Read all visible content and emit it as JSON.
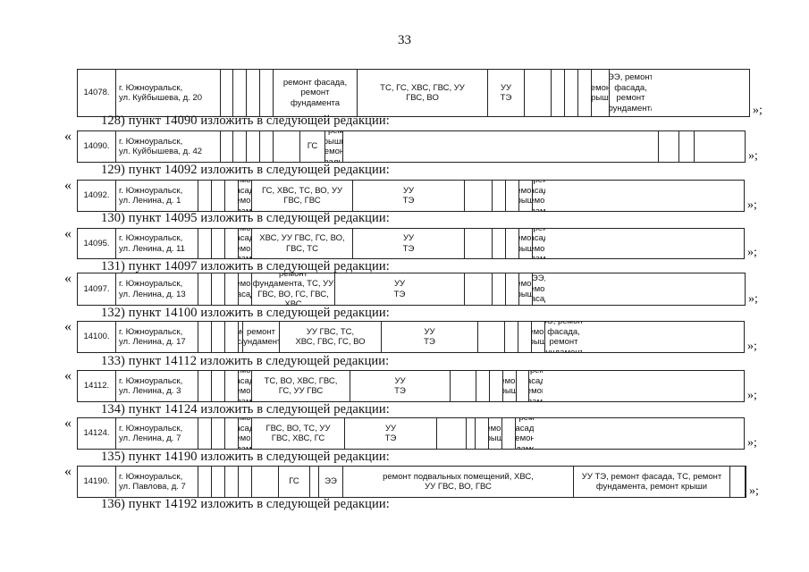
{
  "page_number": "33",
  "open_quote": "«",
  "end_mark": "»;",
  "rows": [
    {
      "num": "14078.",
      "address": "г. Южноуральск,\nул. Куйбышева, д. 20",
      "cells": [
        "",
        "",
        "",
        "",
        "ремонт фасада,\nремонт\nфундамента",
        "ТС, ГС, ХВС, ГВС, УУ\nГВС, ВО",
        "УУ\nТЭ",
        "",
        "",
        "",
        "",
        "ремонт\nкрыши",
        "ЭЭ, ремонт фасада,\nремонт фундамента"
      ]
    },
    {
      "num": "14090.",
      "address": "г. Южноуральск,\nул. Куйбышева, д. 42",
      "cells": [
        "",
        "",
        "",
        "",
        "",
        "ГС",
        "ТС, ремонт фасада, ГВС, ХВС, УУ ТЭ, ВО, ЭЭ, ремонт крыши, ремонт\nподвальных помещений, ремонт фундамента, УУ ГВС",
        "",
        "",
        "",
        ""
      ]
    },
    {
      "num": "14092.",
      "address": "г. Южноуральск,\nул. Ленина, д. 1",
      "cells": [
        "",
        "",
        "",
        "ремонт фасада,\nремонт фундамента",
        "ГС, ХВС, ТС, ВО, УУ\nГВС, ГВС",
        "УУ\nТЭ",
        "",
        "",
        "",
        "ремонт\nкрыши",
        "ЭЭ, ремонт фасада,\nремонт фундамента"
      ]
    },
    {
      "num": "14095.",
      "address": "г. Южноуральск,\nул. Ленина, д. 11",
      "cells": [
        "",
        "",
        "",
        "ремонт фасада,\nремонт фундамента",
        "ХВС, УУ ГВС, ГС, ВО,\nГВС, ТС",
        "УУ\nТЭ",
        "",
        "",
        "",
        "ремонт\nкрыши",
        "ЭЭ, ремонт фасада,\nремонт фундамента"
      ]
    },
    {
      "num": "14097.",
      "address": "г. Южноуральск,\nул. Ленина, д. 13",
      "cells": [
        "",
        "",
        "",
        "ремонт фасада",
        "ремонт фундамента, ТС, УУ\nГВС, ВО, ГС, ГВС, ХВС",
        "УУ\nТЭ",
        "",
        "",
        "",
        "ремонт\nкрыши",
        "ЭЭ, ремонт фасада"
      ]
    },
    {
      "num": "14100.",
      "address": "г. Южноуральск,\nул. Ленина, д. 17",
      "cells": [
        "",
        "",
        "",
        "ремонт\nфасада",
        "ремонт фундамента",
        "УУ ГВС, ТС,\nХВС, ГВС, ГС, ВО",
        "УУ\nТЭ",
        "",
        "",
        "",
        "ремонт\nкрыши",
        "ЭЭ, ремонт фасада,\nремонт фундамента"
      ]
    },
    {
      "num": "14112.",
      "address": "г. Южноуральск,\nул. Ленина, д. 3",
      "cells": [
        "",
        "",
        "",
        "ремонт фасада,\nремонт фундамента",
        "ТС, ВО, ХВС, ГВС,\nГС, УУ ГВС",
        "УУ\nТЭ",
        "",
        "",
        "",
        "ремонт\nкрыши",
        "",
        "ЭЭ, ремонт фасада, ремонт\nфундамента"
      ]
    },
    {
      "num": "14124.",
      "address": "г. Южноуральск,\nул. Ленина, д. 7",
      "cells": [
        "",
        "",
        "",
        "ремонт фасада,\nремонт фундамента",
        "ГВС, ВО, ТС, УУ\nГВС, ХВС, ГС",
        "УУ\nТЭ",
        "",
        "",
        "",
        "ремонт\nкрыши",
        "",
        "ЭЭ, ремонт фасада, ремонт\nфундамента"
      ]
    },
    {
      "num": "14190.",
      "address": "г. Южноуральск,\nул. Павлова, д. 7",
      "cells": [
        "",
        "",
        "",
        "",
        "",
        "ГС",
        "",
        "ЭЭ",
        "ремонт подвальных помещений, ХВС,\nУУ ГВС, ВО, ГВС",
        "УУ ТЭ, ремонт фасада, ТС, ремонт\nфундамента, ремонт крыши",
        "",
        ""
      ]
    }
  ],
  "headings": [
    "128) пункт 14090 изложить в следующей редакции:",
    "129) пункт 14092 изложить в следующей редакции:",
    "130) пункт 14095 изложить в следующей редакции:",
    "131) пункт 14097 изложить в следующей редакции:",
    "132) пункт 14100 изложить в следующей редакции:",
    "133) пункт 14112 изложить в следующей редакции:",
    "134) пункт 14124 изложить в следующей редакции:",
    "135) пункт 14190 изложить в следующей редакции:",
    "136) пункт 14192 изложить в следующей редакции:"
  ]
}
